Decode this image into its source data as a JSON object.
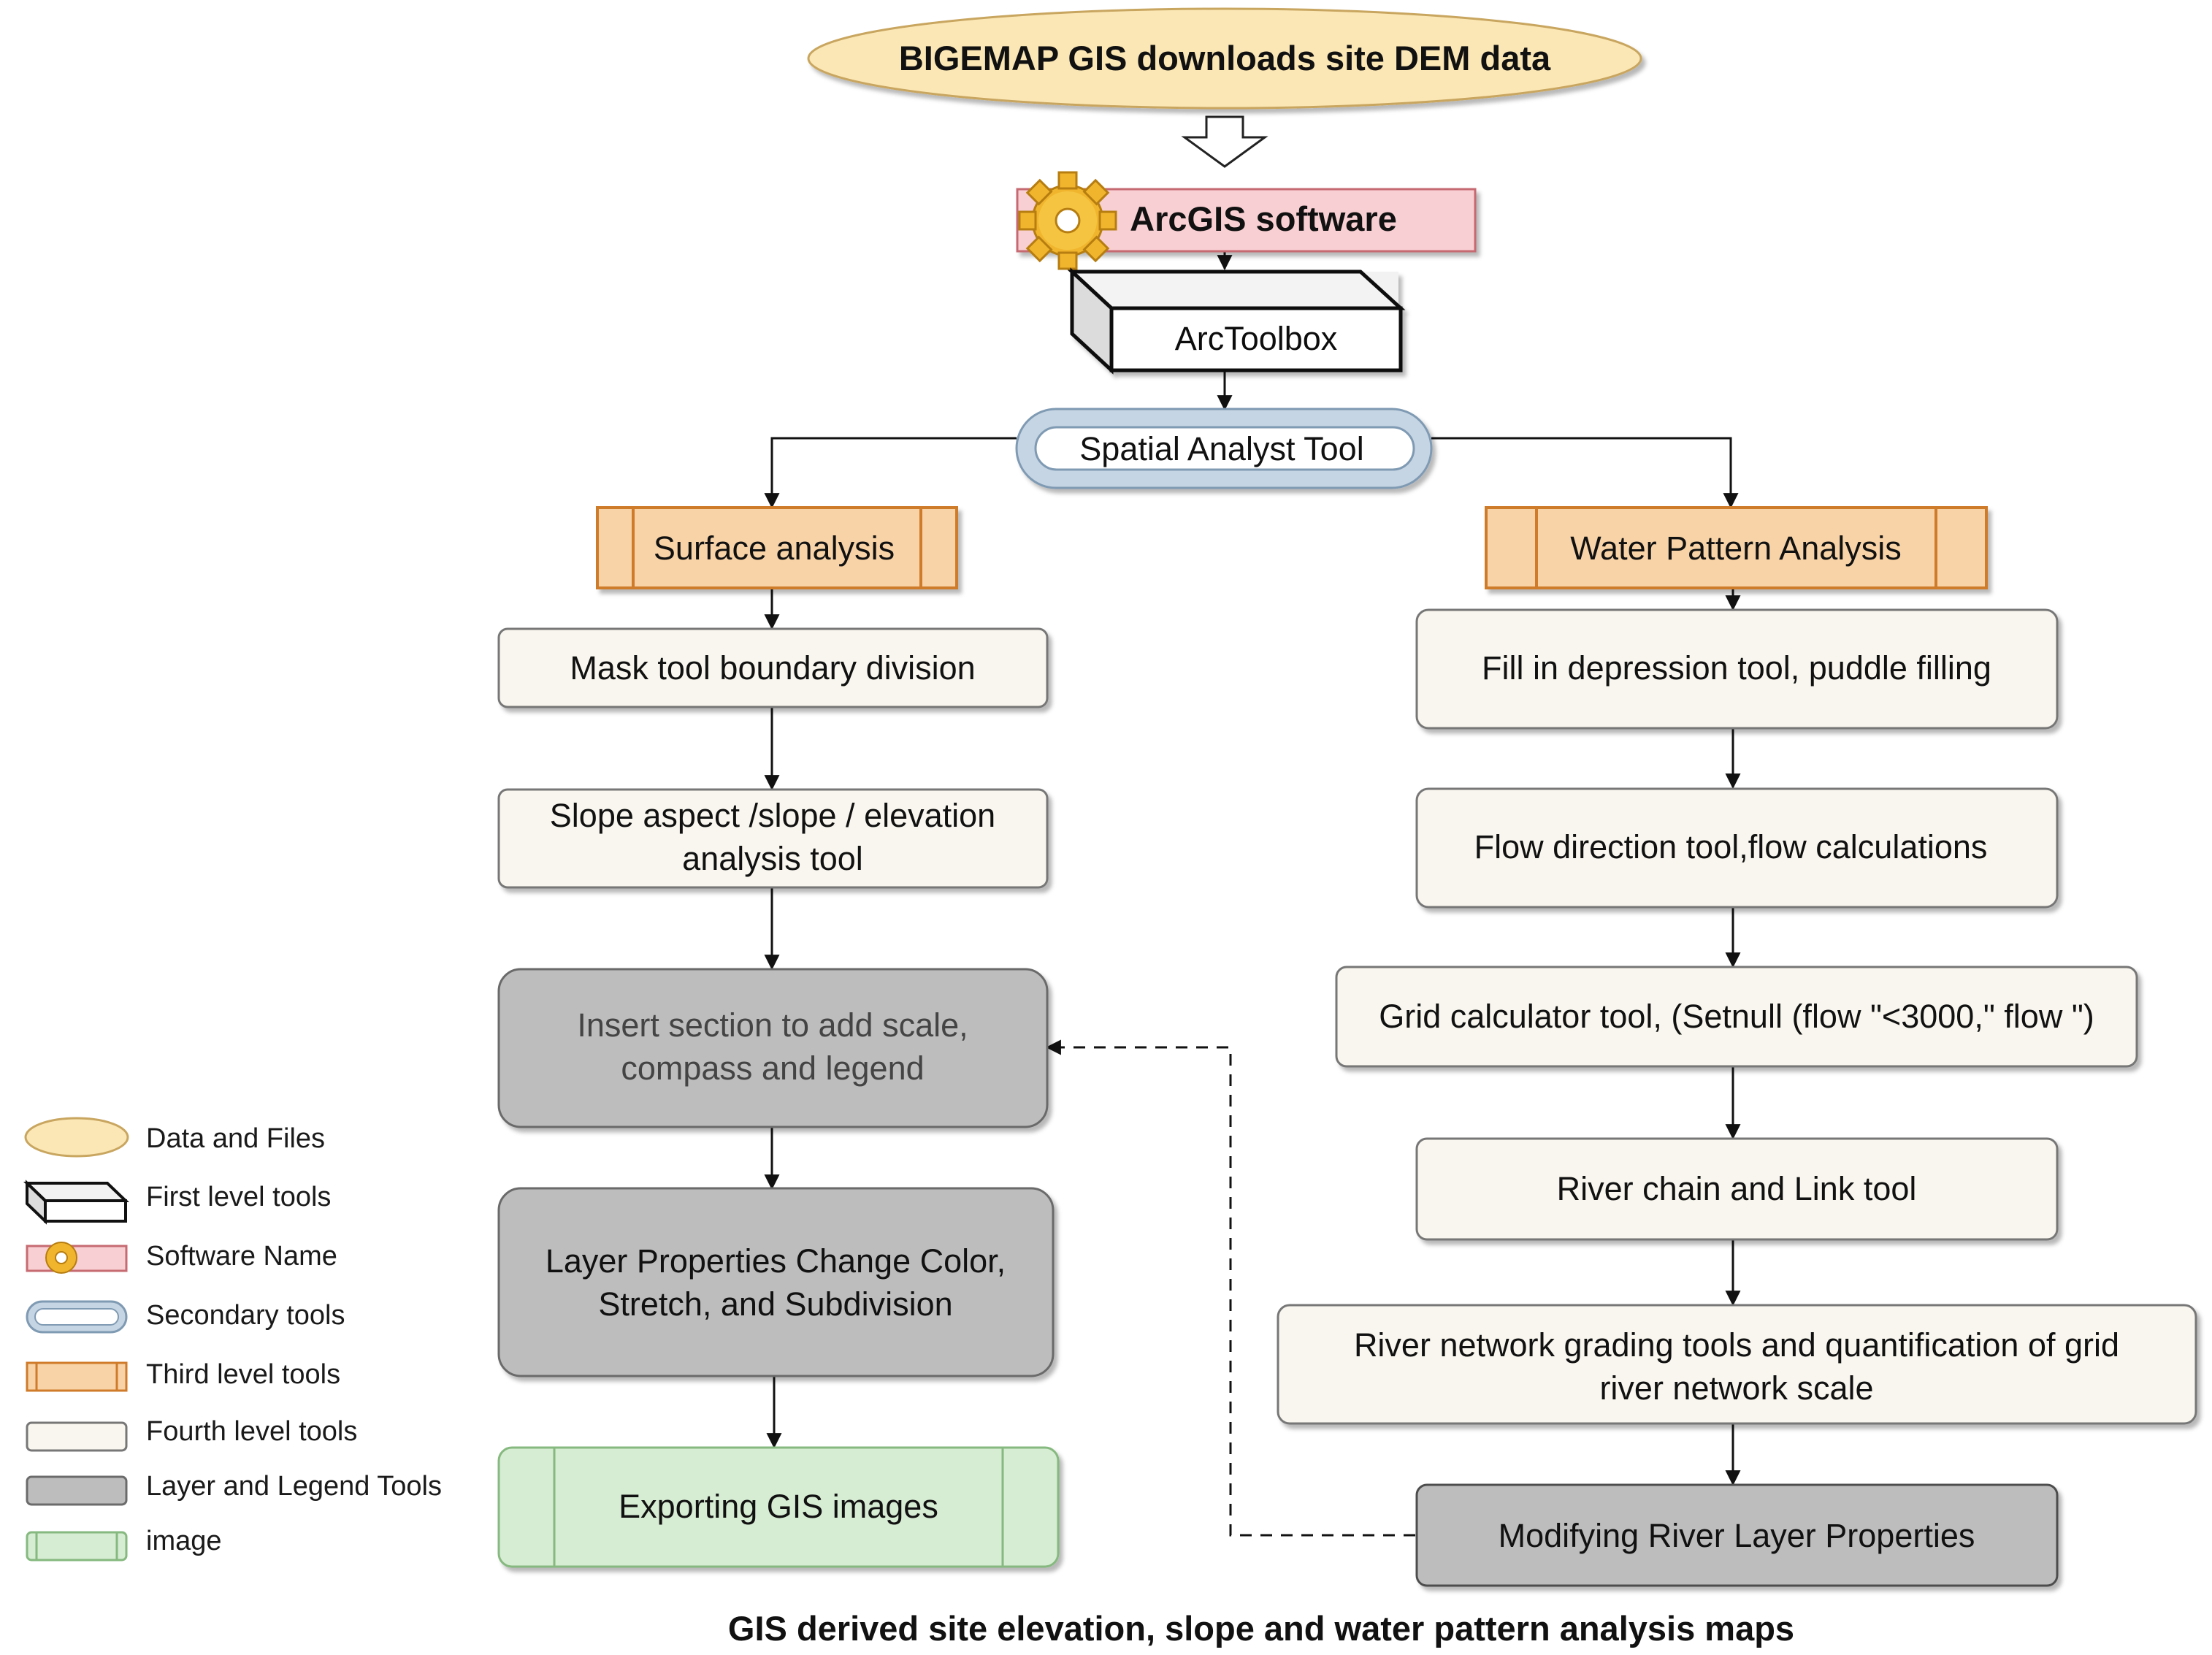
{
  "diagram": {
    "nodes": {
      "dem_data": "BIGEMAP GIS downloads site DEM data",
      "arcgis": "ArcGIS software",
      "arctoolbox": "ArcToolbox",
      "spatial_analyst": "Spatial Analyst Tool",
      "surface_analysis": "Surface analysis",
      "water_pattern": "Water Pattern Analysis",
      "mask_tool": "Mask tool boundary division",
      "slope_tool": [
        "Slope aspect /slope / elevation",
        "analysis tool"
      ],
      "insert_section": [
        "Insert section to add scale,",
        "compass and legend"
      ],
      "layer_properties": [
        "Layer Properties Change Color,",
        "Stretch, and Subdivision"
      ],
      "export_images": "Exporting GIS images",
      "fill_depression": "Fill in depression tool, puddle filling",
      "flow_direction": "Flow direction tool,flow calculations",
      "grid_calculator": "Grid calculator tool, (Setnull (flow \"<3000,\" flow \")",
      "river_chain": "River chain and Link tool",
      "river_network": [
        "River network grading tools and quantification of grid",
        "river network scale"
      ],
      "modify_river": "Modifying River Layer Properties"
    },
    "caption": "GIS derived site elevation, slope and water pattern analysis maps",
    "legend": [
      {
        "shape": "ellipse",
        "label": "Data and Files"
      },
      {
        "shape": "3d-box",
        "label": "First level tools"
      },
      {
        "shape": "software",
        "label": "Software Name"
      },
      {
        "shape": "stadium",
        "label": "Secondary tools"
      },
      {
        "shape": "process",
        "label": "Third level tools"
      },
      {
        "shape": "rounded",
        "label": "Fourth level tools"
      },
      {
        "shape": "gray",
        "label": "Layer and Legend Tools"
      },
      {
        "shape": "image",
        "label": "image"
      }
    ],
    "colors": {
      "data_files": "#fbe7b5",
      "software": "#f8cfd2",
      "software_stroke": "#c66b72",
      "secondary_stroke": "#7f9ab3",
      "third_level": "#f8d3a7",
      "third_level_stroke": "#cf7b2a",
      "fourth_level": "#f8f6ee",
      "layer_legend": "#bdbdbd",
      "image": "#d6ecd3",
      "image_stroke": "#86b97f",
      "gear": "#f1b52d"
    }
  }
}
